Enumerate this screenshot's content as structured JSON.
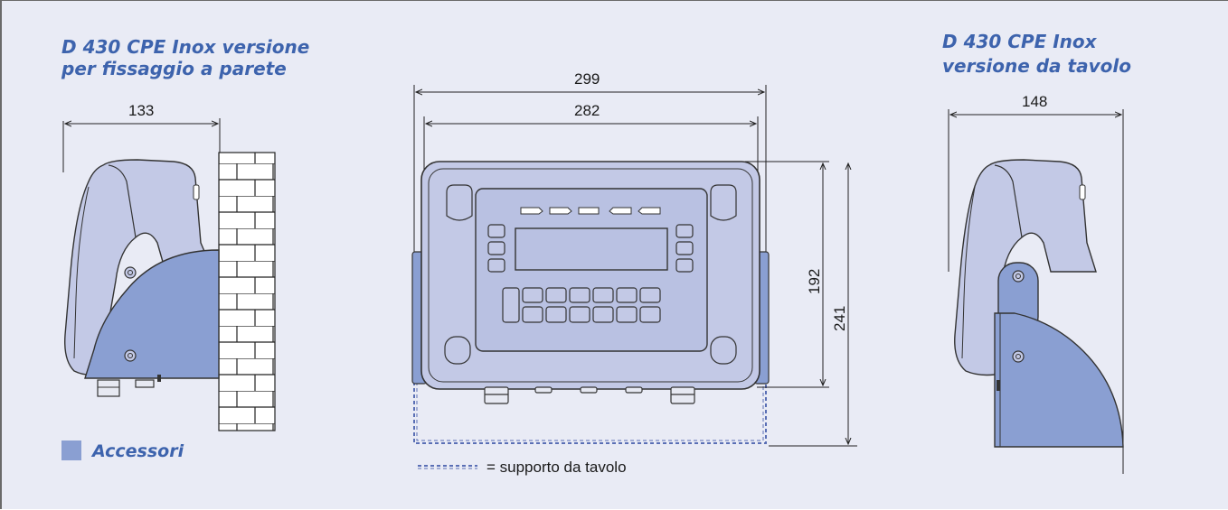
{
  "titles": {
    "wall_line1": "D 430 CPE Inox versione",
    "wall_line2": "per fissaggio a parete",
    "table_line1": "D 430 CPE Inox",
    "table_line2": "versione da tavolo"
  },
  "dimensions": {
    "wall_depth": "133",
    "overall_width": "299",
    "body_width": "282",
    "body_height": "192",
    "overall_height": "241",
    "table_depth": "148"
  },
  "legend": {
    "accessory_label": "Accessori",
    "support_label": "= supporto da tavolo"
  },
  "colors": {
    "title_blue": "#3d63ad",
    "accessory_fill": "#8a9fd2",
    "housing_fill": "#c3c9e6",
    "panel_fill": "#b9c1e2",
    "background": "#e9ebf5",
    "dashed_support": "#5a6fb5"
  }
}
